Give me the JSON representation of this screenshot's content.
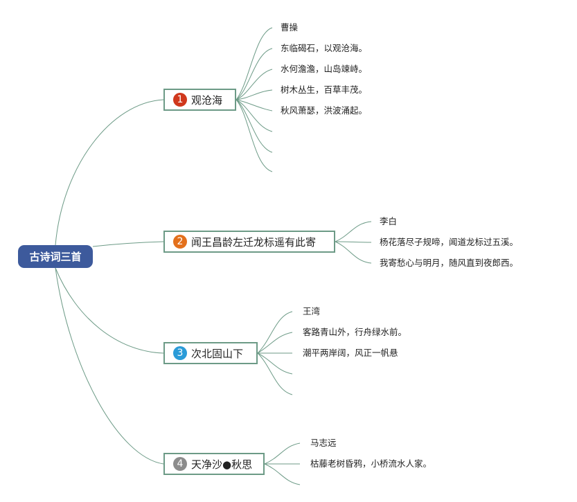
{
  "root": {
    "label": "古诗词三首"
  },
  "colors": {
    "root_bg": "#3d5a9c",
    "line": "#6c9a86",
    "badge_red": "#d0381d",
    "badge_orange": "#e3701c",
    "badge_blue": "#2a9bd8",
    "badge_gray": "#8c8c8c"
  },
  "branches": [
    {
      "number": "1",
      "title": "观沧海",
      "leaves": [
        "曹操",
        "东临碣石，以观沧海。",
        "水何澹澹，山岛竦峙。",
        "树木丛生，百草丰茂。",
        "秋风萧瑟，洪波涌起。",
        "",
        "",
        ""
      ]
    },
    {
      "number": "2",
      "title": "闻王昌龄左迁龙标遥有此寄",
      "leaves": [
        "李白",
        "杨花落尽子规啼，闻道龙标过五溪。",
        "我寄愁心与明月，随风直到夜郎西。"
      ]
    },
    {
      "number": "3",
      "title": "次北固山下",
      "leaves": [
        "王湾",
        "客路青山外，行舟绿水前。",
        "潮平两岸阔，风正一帆悬",
        "",
        ""
      ]
    },
    {
      "number": "4",
      "title": "天净沙●秋思",
      "leaves": [
        "马志远",
        "枯藤老树昏鸦，小桥流水人家。",
        ""
      ]
    }
  ]
}
